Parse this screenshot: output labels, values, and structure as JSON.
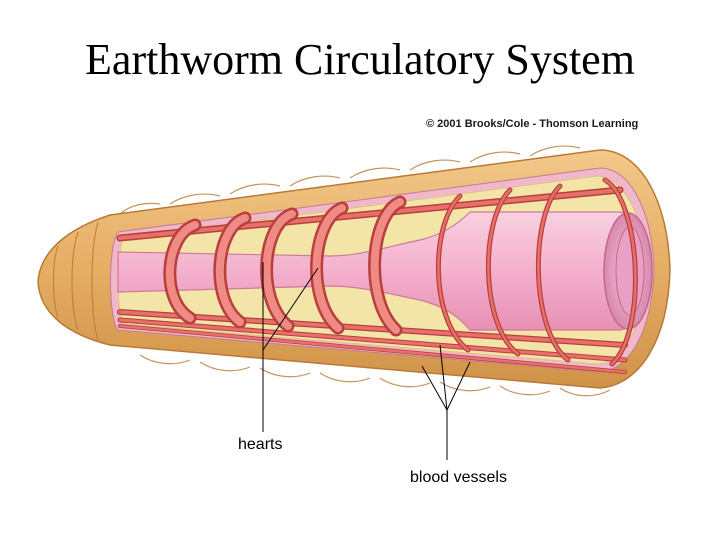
{
  "title": "Earthworm Circulatory System",
  "copyright": "© 2001 Brooks/Cole - Thomson Learning",
  "labels": {
    "hearts": "hearts",
    "blood_vessels": "blood vessels"
  },
  "colors": {
    "background": "#ffffff",
    "body_wall": "#e6b06a",
    "body_wall_edge": "#b87a36",
    "cavity": "#f3e4a8",
    "pink_lining": "#f0b8c8",
    "gut": "#f5b8d0",
    "gut_edge": "#d0789a",
    "vessel": "#e8706a",
    "vessel_edge": "#b8403c"
  }
}
